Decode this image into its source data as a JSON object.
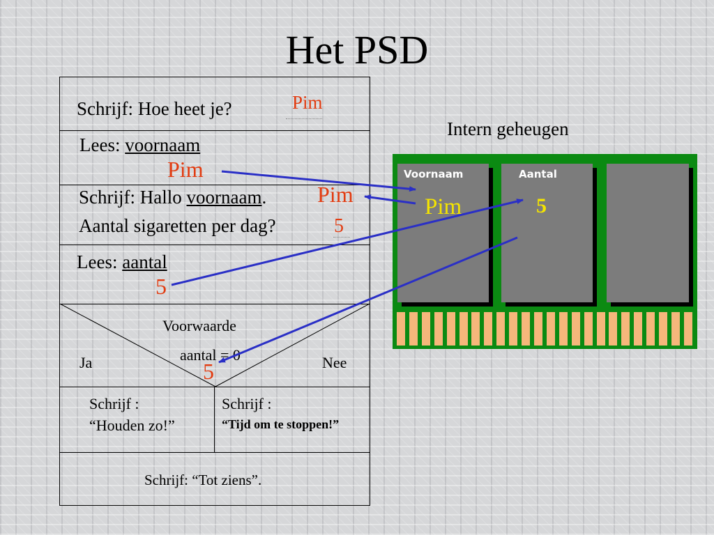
{
  "title": "Het PSD",
  "psd": {
    "row1": {
      "text": "Schrijf: Hoe heet je?",
      "input": "Pim"
    },
    "row2": {
      "prefix": "Lees: ",
      "variable": "voornaam",
      "value": "Pim"
    },
    "row3": {
      "prefix": "Schrijf: Hallo ",
      "variable": "voornaam",
      "suffix": ".",
      "output": "Pim",
      "line2": "Aantal sigaretten per dag?",
      "input": "5"
    },
    "row4": {
      "prefix": "Lees: ",
      "variable": "aantal",
      "value": "5"
    },
    "condition": {
      "label": "Voorwaarde",
      "expression": "aantal = 0",
      "yes": "Ja",
      "no": "Nee",
      "value": "5"
    },
    "branch_yes": {
      "line1": "Schrijf :",
      "line2": "“Houden zo!”"
    },
    "branch_no": {
      "line1": "Schrijf :",
      "line2": "“Tijd om te stoppen!”"
    },
    "final": "Schrijf: “Tot ziens”."
  },
  "memory": {
    "title": "Intern geheugen",
    "slots": [
      {
        "name": "Voornaam",
        "value": "Pim"
      },
      {
        "name": "Aantal",
        "value": "5"
      },
      {
        "name": "",
        "value": ""
      }
    ]
  },
  "colors": {
    "red_value": "#e23b10",
    "chip_green": "#0b8a12",
    "slot_grey": "#7c7c7c",
    "pin_orange": "#f5b77b",
    "arrow_blue": "#2a2fc6",
    "memory_value_yellow": "#f4e400"
  }
}
